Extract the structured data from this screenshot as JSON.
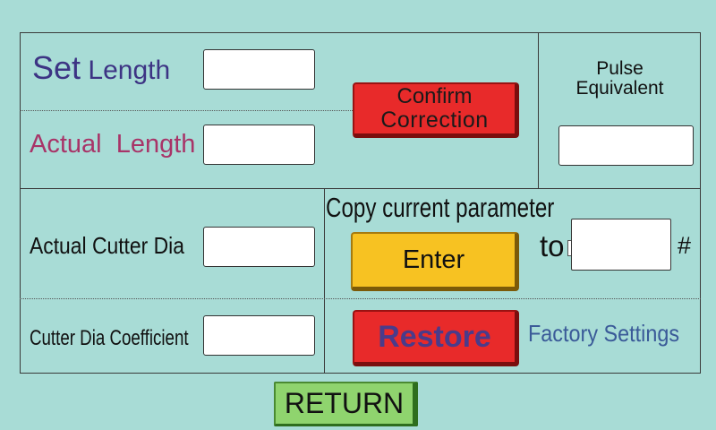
{
  "screen_title": "",
  "labels": {
    "set_word": "Set",
    "length_word": "Length",
    "actual_length": "Actual  Length",
    "pulse_equivalent_line1": "Pulse",
    "pulse_equivalent_line2": "Equivalent",
    "actual_cutter_dia": "Actual Cutter Dia",
    "cutter_dia_coefficient": "Cutter Dia Coefficient",
    "copy_current_parameter": "Copy current parameter",
    "to_word": "to",
    "hash_symbol": "#",
    "factory_settings": "Factory Settings"
  },
  "buttons": {
    "confirm_correction_line1": "Confirm",
    "confirm_correction_line2": "Correction",
    "enter": "Enter",
    "restore": "Restore",
    "return": "RETURN"
  },
  "fields": {
    "set_length": "",
    "actual_length": "",
    "pulse_equivalent": "",
    "actual_cutter_dia": "",
    "cutter_dia_coefficient": "",
    "copy_target": ""
  },
  "colors": {
    "background": "#a8dcd6",
    "set_length_text": "#3d3484",
    "actual_length_text": "#a83468",
    "factory_settings_text": "#3a5a98",
    "red_button": "#e82a2a",
    "yellow_button": "#f7c222",
    "green_button": "#8fd46e"
  }
}
